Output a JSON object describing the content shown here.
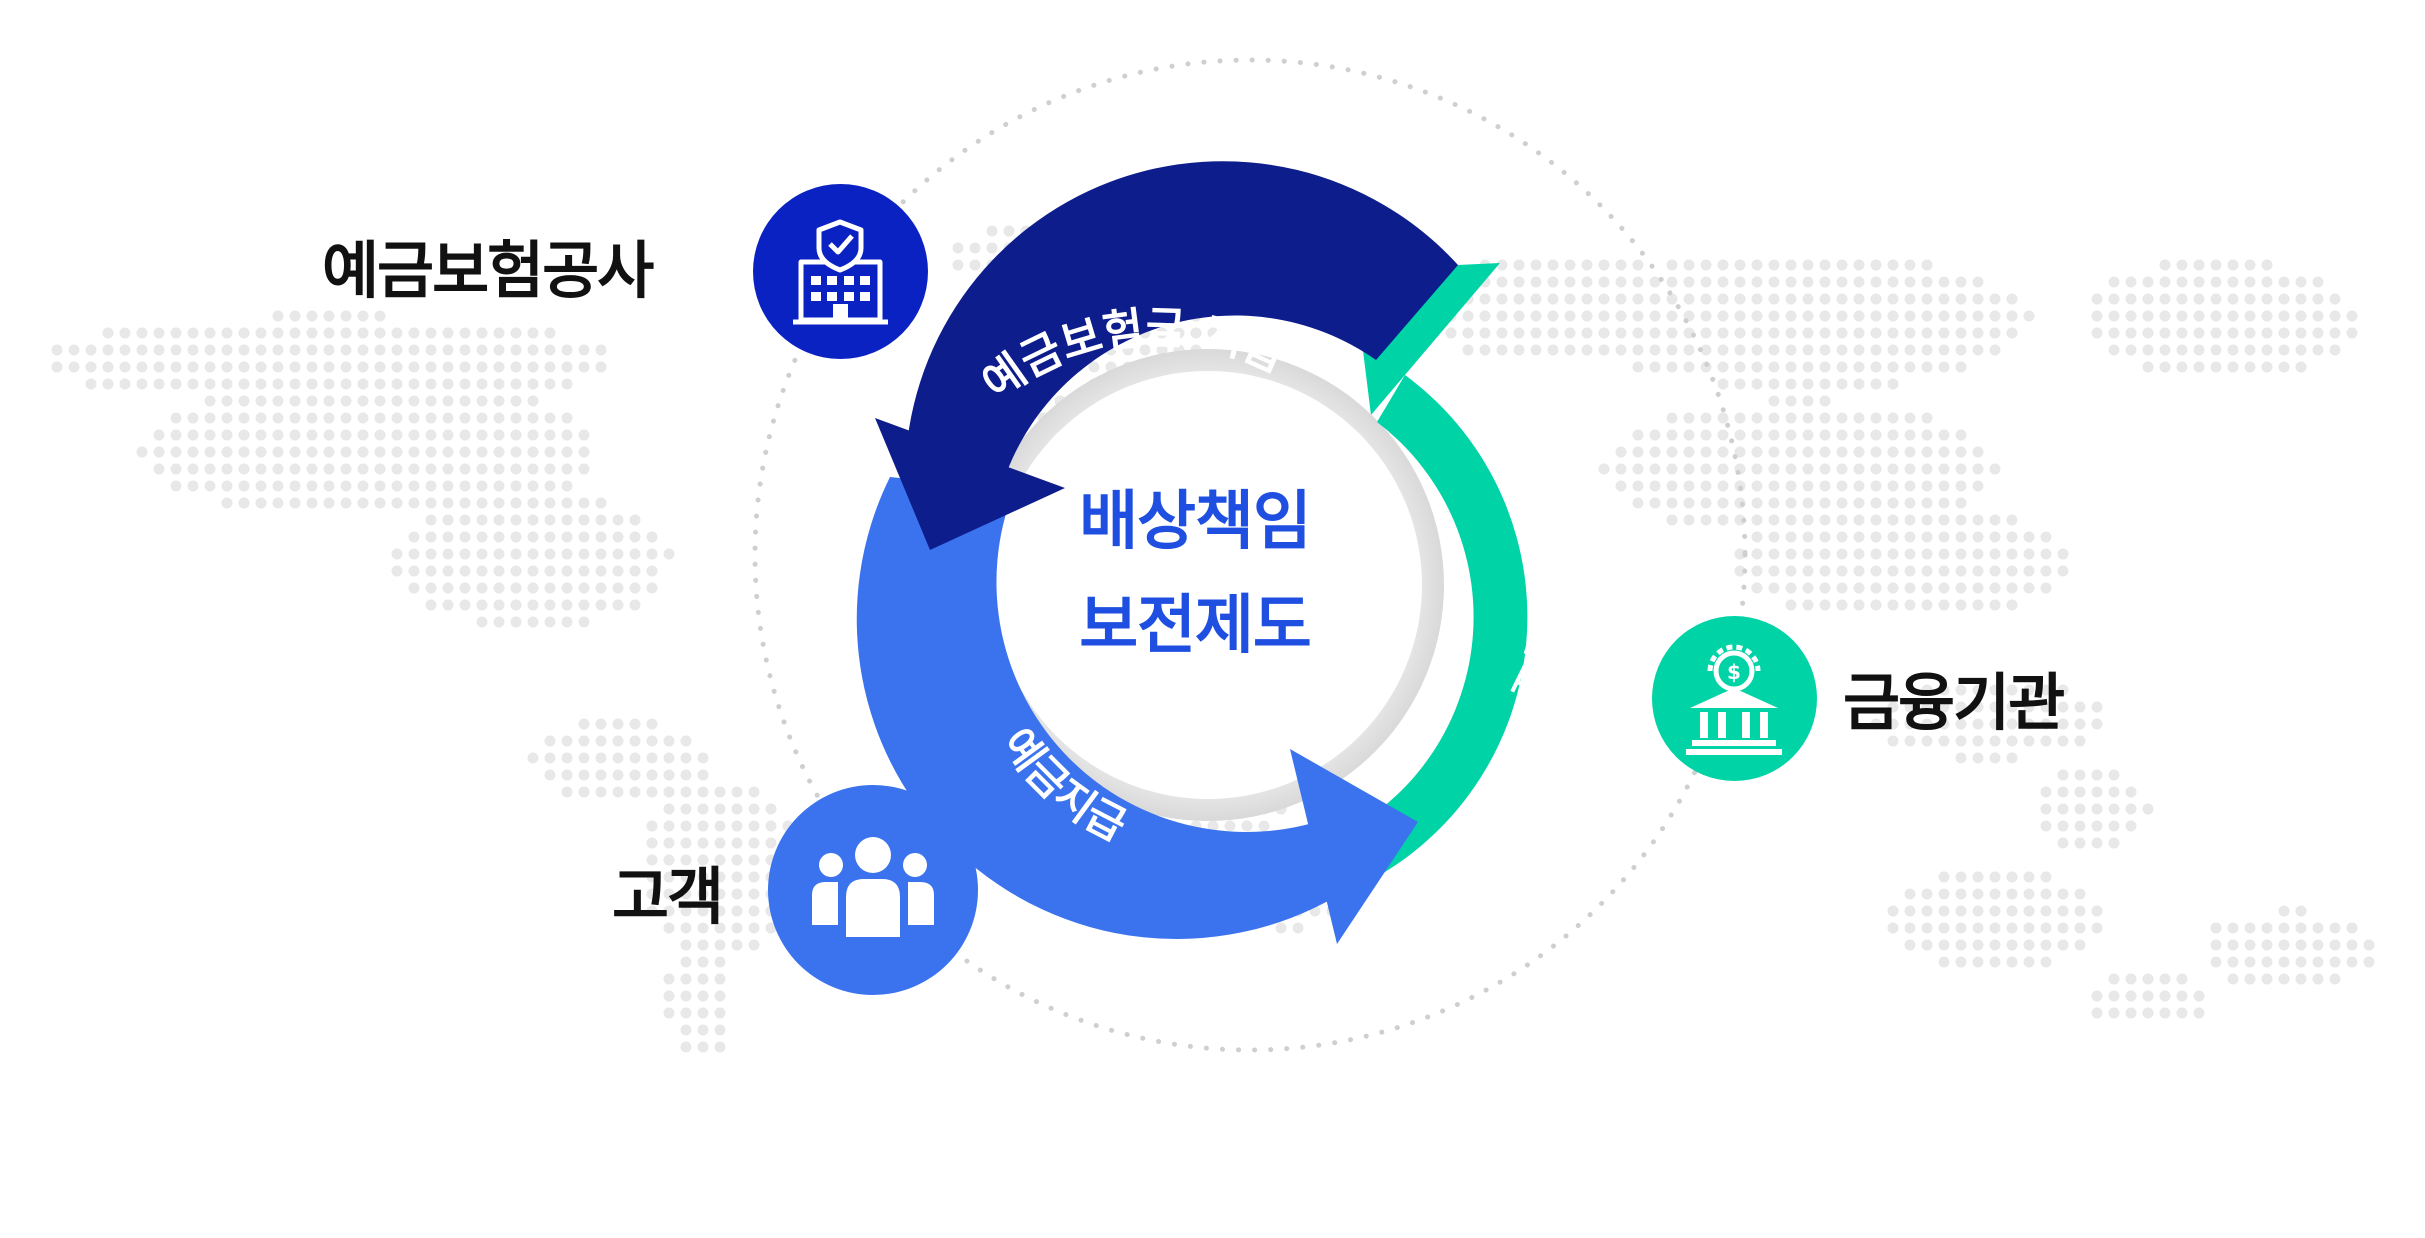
{
  "center": {
    "line1": "배상책임",
    "line2": "보전제도"
  },
  "actors": {
    "kdic": {
      "label": "예금보험공사",
      "icon": "shield-building-icon",
      "color": "#0b22c3"
    },
    "bank": {
      "label": "금융기관",
      "icon": "bank-gear-icon",
      "color": "#00d3a6"
    },
    "customer": {
      "label": "고객",
      "icon": "people-group-icon",
      "color": "#3b73ee"
    }
  },
  "flows": {
    "insurance_payment": {
      "label": "예금보험금 지급",
      "color": "#0d1d8c"
    },
    "insurance_premium": {
      "label": "예금보험료",
      "color": "#00d3a6"
    },
    "deposit_payment": {
      "label": "예금지급",
      "color": "#3b73ee"
    }
  },
  "colors": {
    "map_dots": "#e8e8e8",
    "orbit_dots": "#cfcfcf",
    "center_text": "#1f4fe0"
  }
}
